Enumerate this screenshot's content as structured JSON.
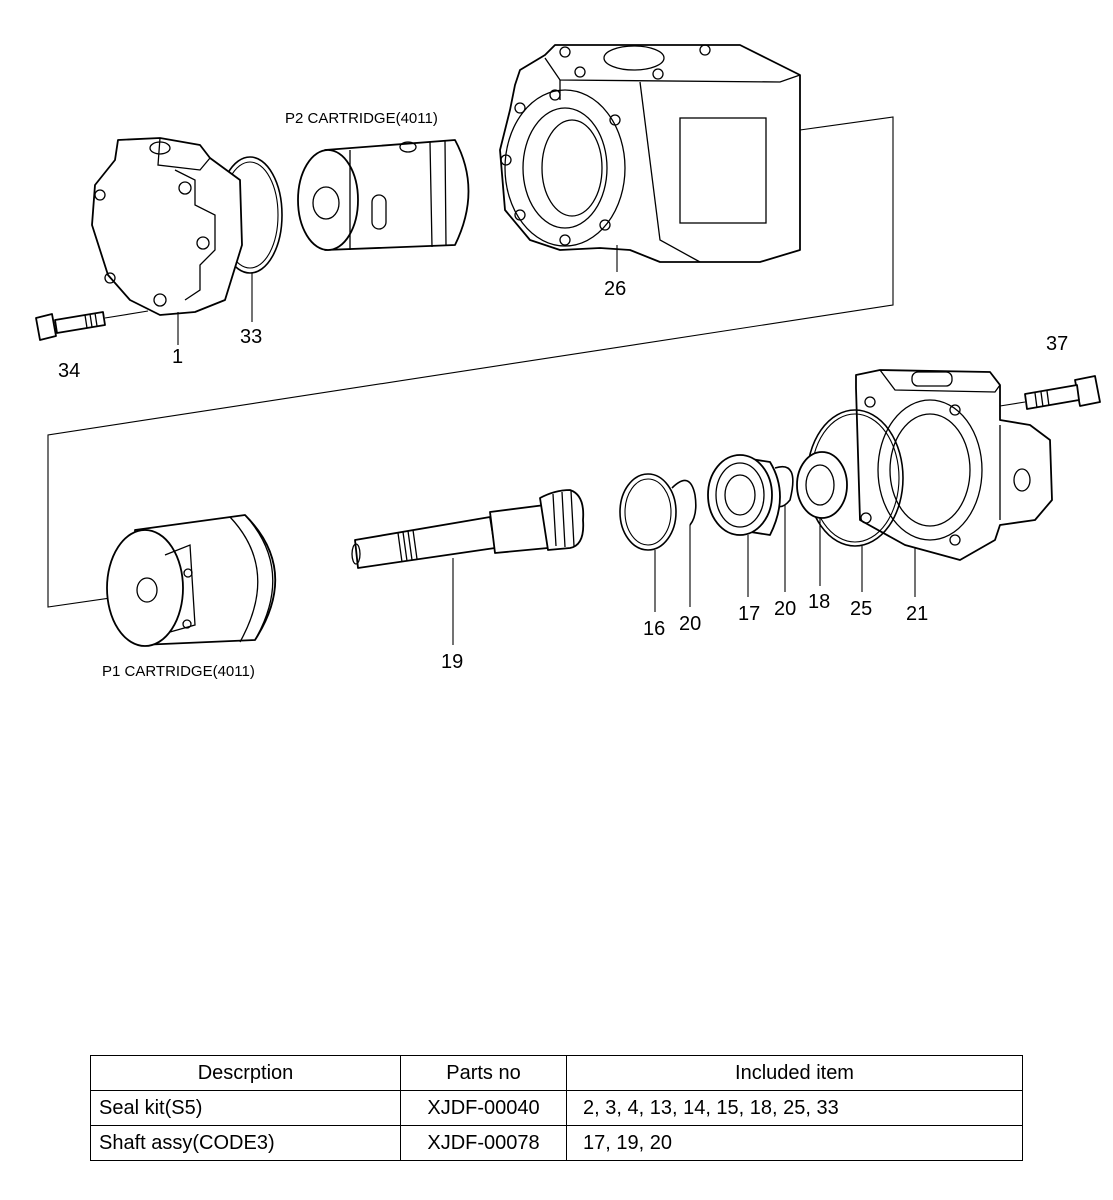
{
  "diagram": {
    "captions": {
      "p2_cartridge": "P2 CARTRIDGE(4011)",
      "p1_cartridge": "P1 CARTRIDGE(4011)"
    },
    "callouts": {
      "c1": "1",
      "c16": "16",
      "c17": "17",
      "c18": "18",
      "c19": "19",
      "c20a": "20",
      "c20b": "20",
      "c21": "21",
      "c25": "25",
      "c26": "26",
      "c33": "33",
      "c34": "34",
      "c37": "37"
    }
  },
  "table": {
    "headers": [
      "Descrption",
      "Parts no",
      "Included item"
    ],
    "rows": [
      [
        "Seal kit(S5)",
        "XJDF-00040",
        "2, 3, 4, 13, 14, 15, 18, 25, 33"
      ],
      [
        "Shaft assy(CODE3)",
        "XJDF-00078",
        "17, 19, 20"
      ]
    ]
  }
}
